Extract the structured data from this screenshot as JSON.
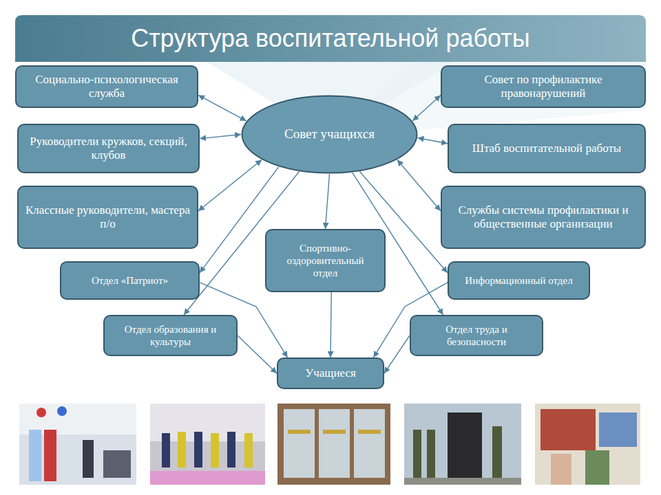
{
  "diagram": {
    "title": "Структура воспитательной работы",
    "nodes": [
      {
        "text": [
          "Социально-психологическая служба"
        ]
      },
      {
        "text": [
          "Совет по профилактике правонарушений"
        ]
      },
      {
        "text": [
          "Совет учащихся"
        ]
      },
      {
        "text": [
          "Руководители кружков, секций, клубов"
        ]
      },
      {
        "text": [
          "Штаб воспитательной работы"
        ]
      },
      {
        "text": [
          "Классные руководители, мастера п/о"
        ]
      },
      {
        "text": [
          "Службы системы профилактики и общественные организации"
        ]
      },
      {
        "text": [
          "Спортивно-оздоровительный отдел"
        ]
      },
      {
        "text": [
          "Отдел «Патриот»"
        ]
      },
      {
        "text": [
          "Информационный отдел"
        ]
      },
      {
        "text": [
          "Отдел образования и культуры"
        ]
      },
      {
        "text": [
          "Отдел труда и безопасности"
        ]
      },
      {
        "text": [
          "Учащиеся"
        ]
      }
    ],
    "edges": [
      {
        "from": 0,
        "to": 2,
        "arrow": "both"
      },
      {
        "from": 1,
        "to": 2,
        "arrow": "both"
      },
      {
        "from": 3,
        "to": 2,
        "arrow": "both"
      },
      {
        "from": 4,
        "to": 2,
        "arrow": "both"
      },
      {
        "from": 5,
        "to": 2,
        "arrow": "both"
      },
      {
        "from": 6,
        "to": 2,
        "arrow": "both"
      },
      {
        "from": 2,
        "to": 7,
        "arrow": "to"
      },
      {
        "from": 2,
        "to": 8,
        "arrow": "to"
      },
      {
        "from": 2,
        "to": 9,
        "arrow": "to"
      },
      {
        "from": 2,
        "to": 10,
        "arrow": "to"
      },
      {
        "from": 2,
        "to": 11,
        "arrow": "to"
      },
      {
        "from": 8,
        "to": 12,
        "arrow": "to"
      },
      {
        "from": 10,
        "to": 12,
        "arrow": "to"
      },
      {
        "from": 7,
        "to": 12,
        "arrow": "to"
      },
      {
        "from": 9,
        "to": 12,
        "arrow": "to"
      },
      {
        "from": 11,
        "to": 12,
        "arrow": "to"
      }
    ]
  }
}
